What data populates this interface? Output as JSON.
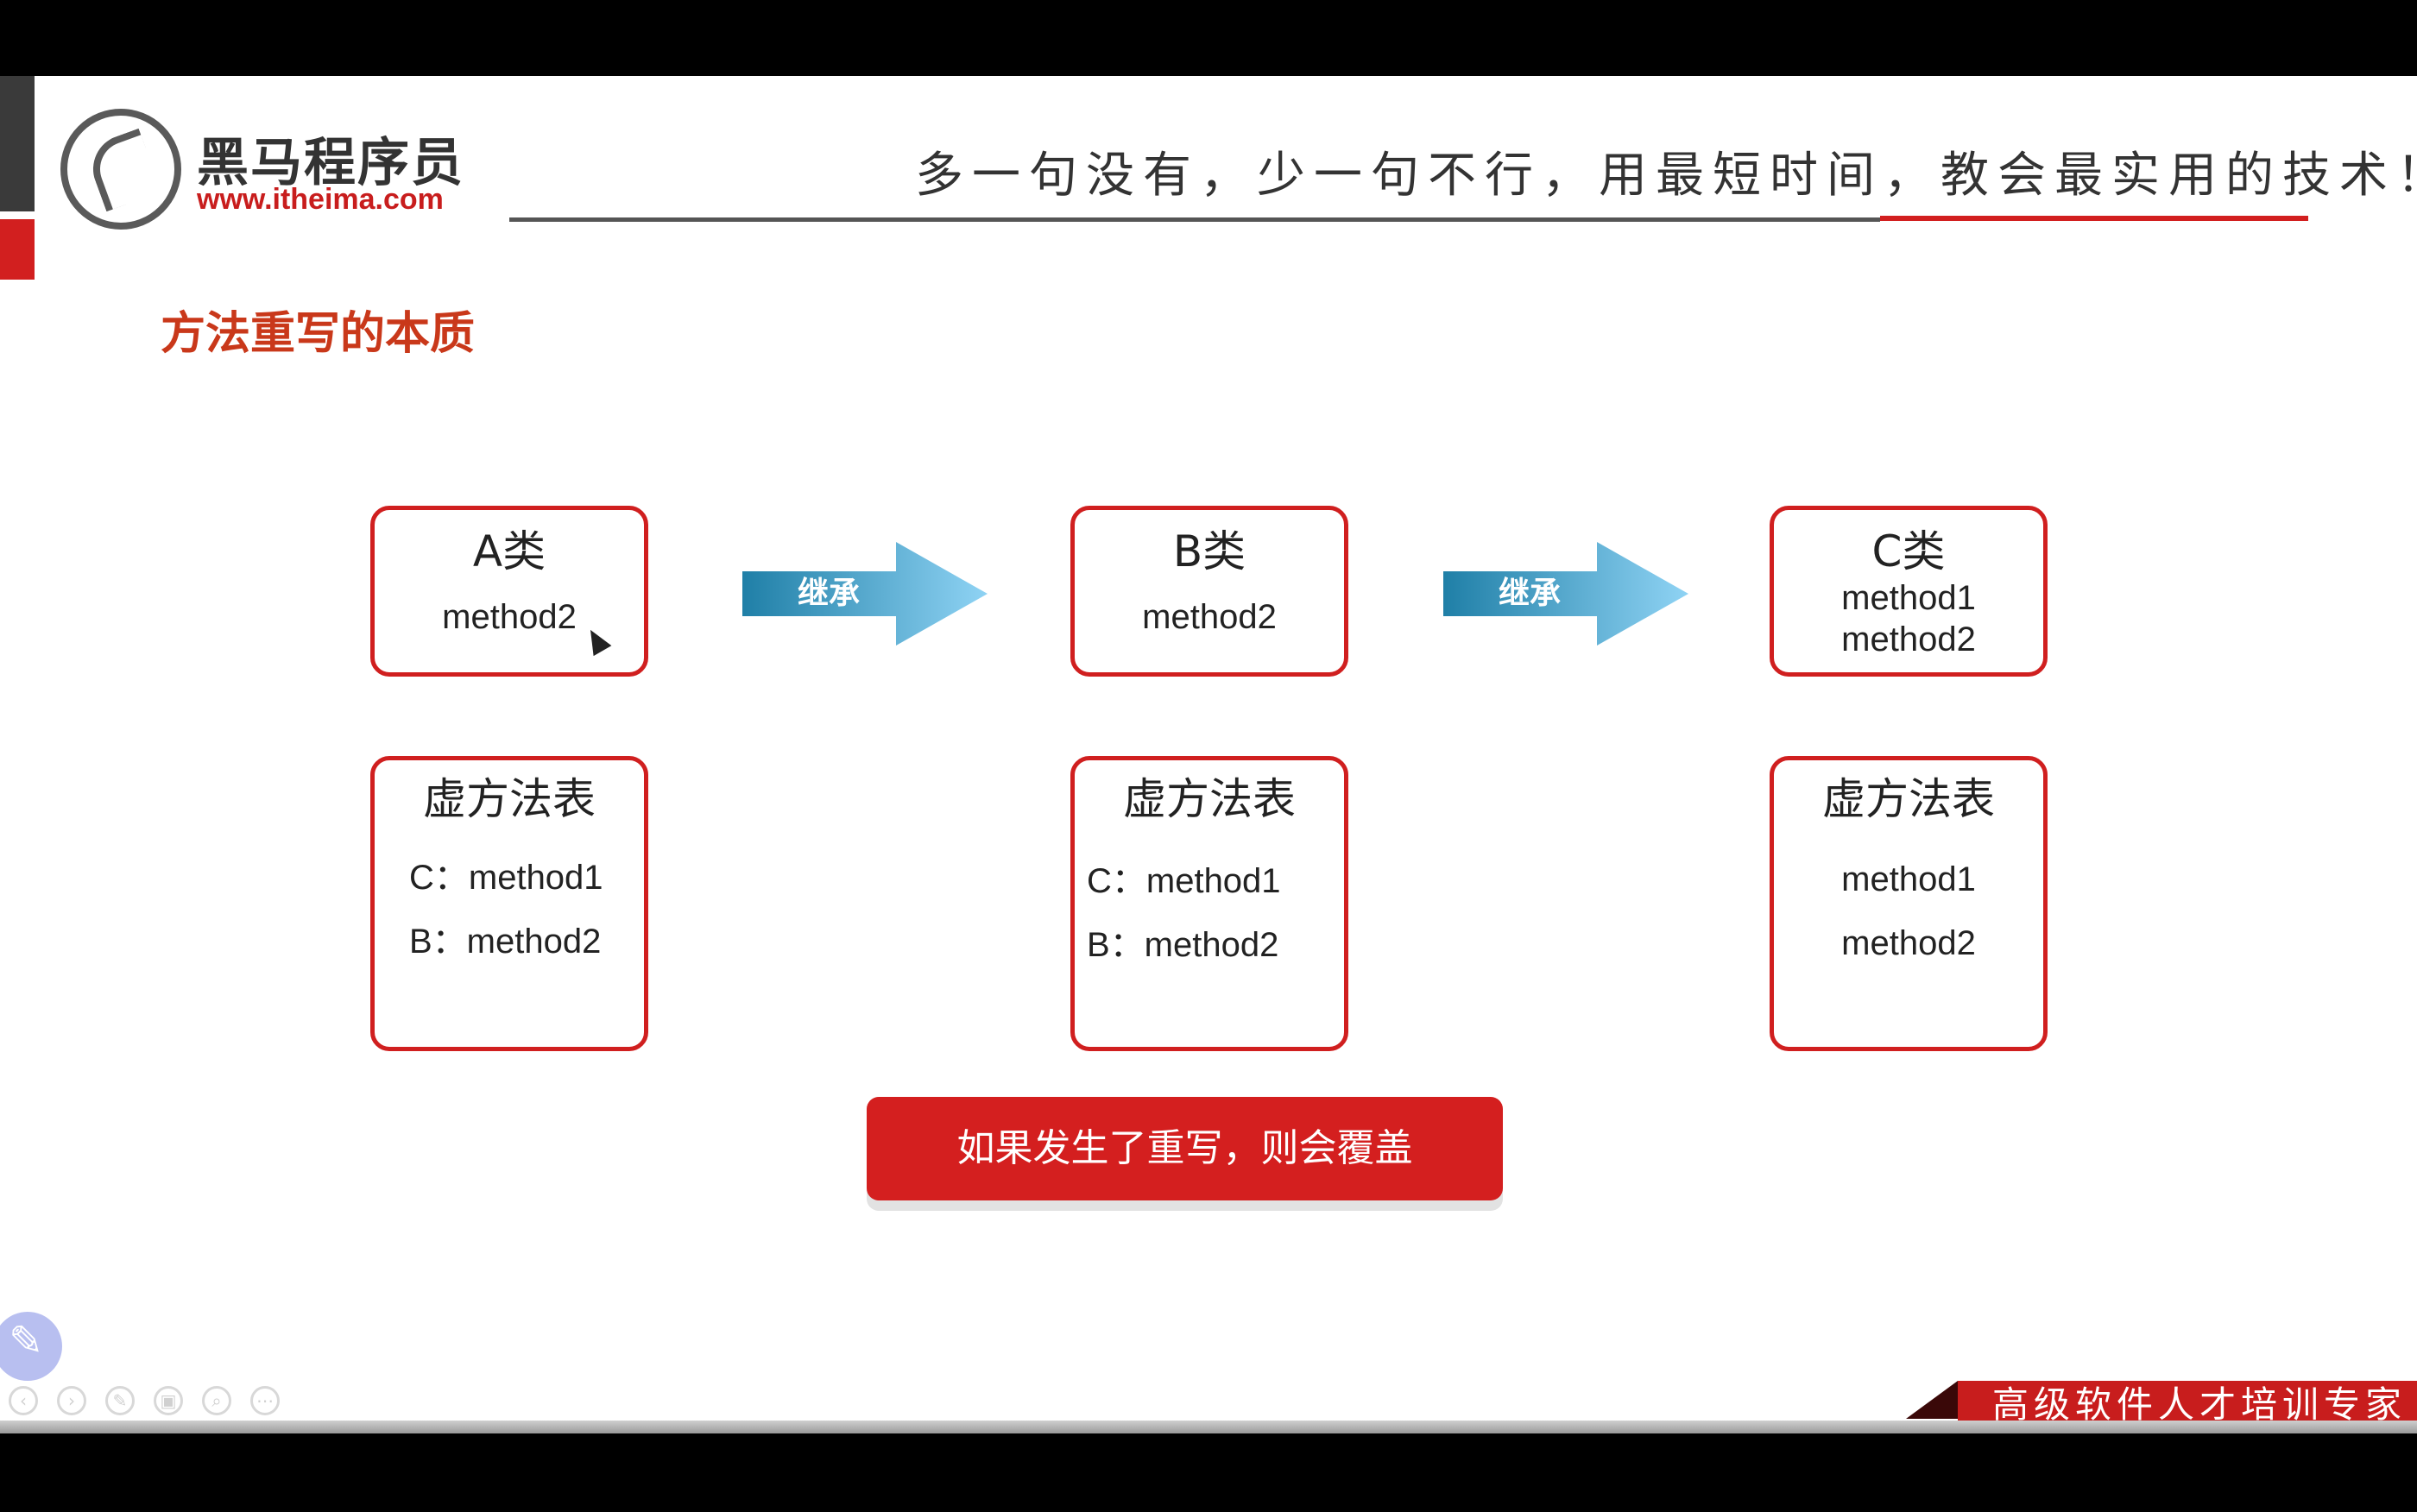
{
  "header": {
    "brand_name": "黑马程序员",
    "brand_url": "www.itheima.com",
    "slogan": "多一句没有，少一句不行，用最短时间，教会最实用的技术！"
  },
  "title": "方法重写的本质",
  "classes": [
    {
      "name": "A类",
      "methods": [
        "method2"
      ],
      "vtable_title": "虚方法表",
      "vtable": [
        "C：method1",
        "B：method2"
      ]
    },
    {
      "name": "B类",
      "methods": [
        "method2"
      ],
      "vtable_title": "虚方法表",
      "vtable": [
        "C：method1",
        "B：method2"
      ]
    },
    {
      "name": "C类",
      "methods": [
        "method1",
        "method2"
      ],
      "vtable_title": "虚方法表",
      "vtable": [
        "method1",
        "method2"
      ]
    }
  ],
  "arrows": [
    {
      "label": "继承"
    },
    {
      "label": "继承"
    }
  ],
  "banner": "如果发生了重写，则会覆盖",
  "footer": "高级软件人才培训专家",
  "colors": {
    "accent_red": "#d21f1f",
    "title_red": "#c9381a",
    "arrow_start": "#1f7fa7",
    "arrow_end": "#8fd3f4"
  },
  "player_controls": [
    "prev-icon",
    "next-icon",
    "pen-icon",
    "copy-icon",
    "zoom-icon",
    "more-icon"
  ]
}
